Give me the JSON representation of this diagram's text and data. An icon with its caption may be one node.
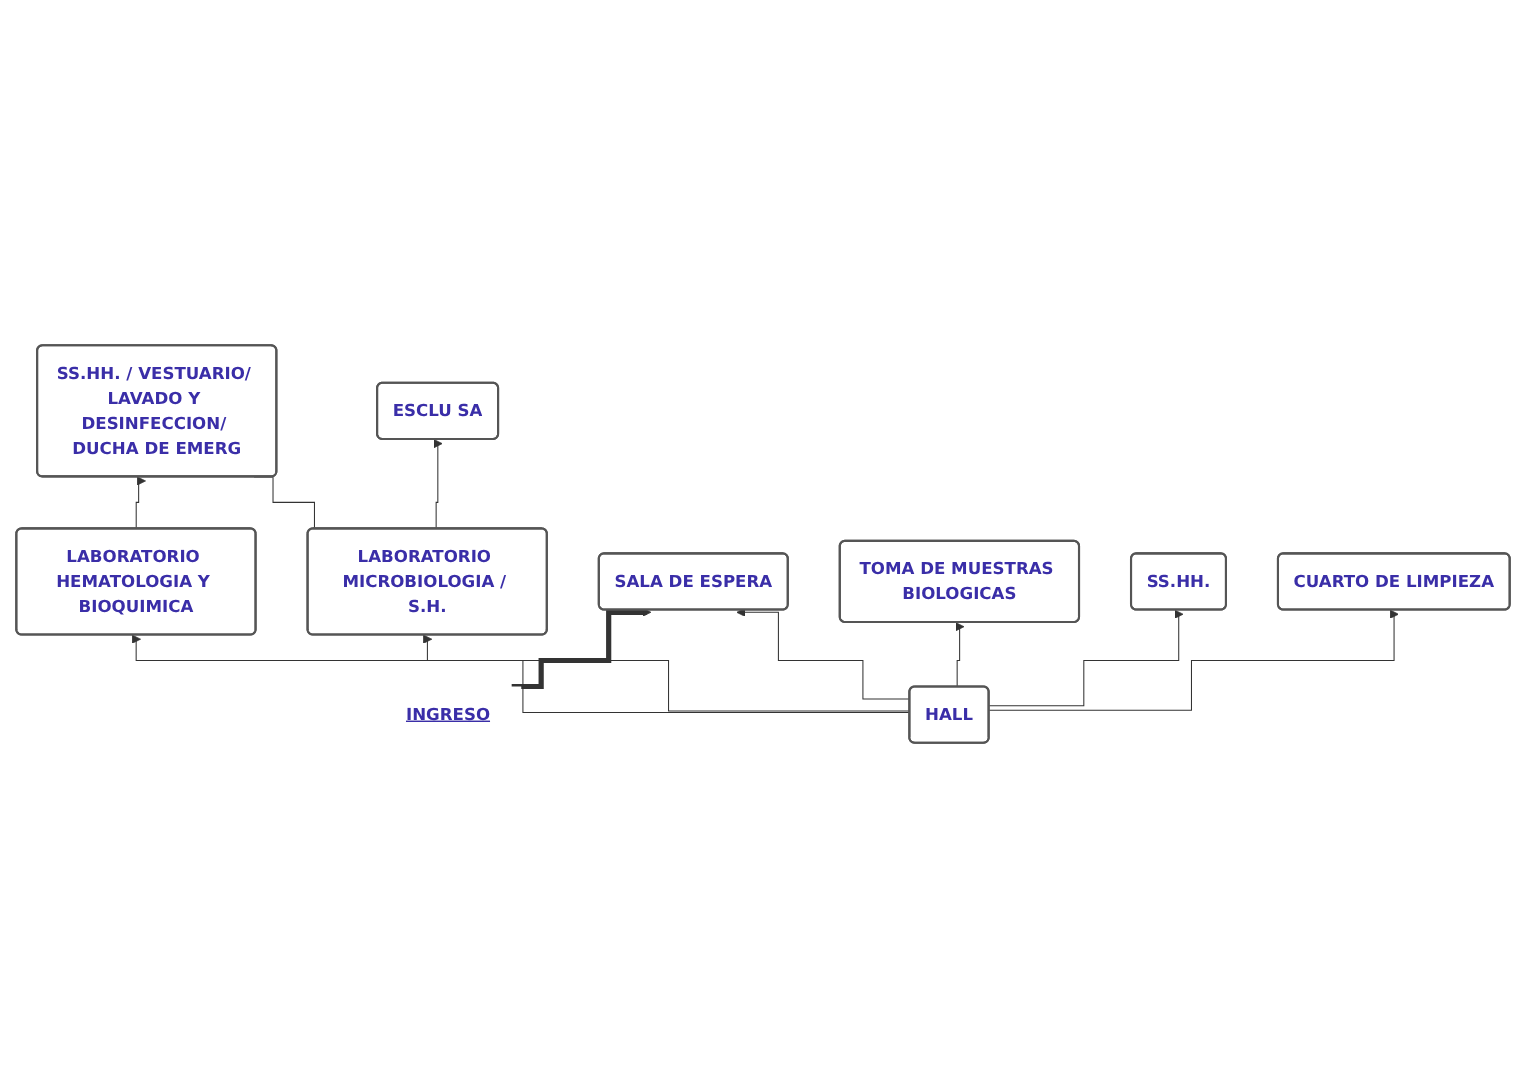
{
  "diagram": {
    "nodes": [
      {
        "text": [
          "SS.HH. / VESTUARIO/ LAVADO Y DESINFECCION/ DUCHA DE EMERG"
        ]
      },
      {
        "text": [
          "LABORATORIO HEMATOLOGIA Y BIOQUIMICA"
        ]
      },
      {
        "text": [
          "LABORATORIO MICROBIOLOGIA / S.H."
        ]
      },
      {
        "text": [
          "ESCLU SA"
        ]
      },
      {
        "text": [
          "INGRESO"
        ]
      },
      {
        "text": [
          "SALA DE ESPERA"
        ]
      },
      {
        "text": [
          "HALL"
        ]
      },
      {
        "text": [
          "TOMA DE MUESTRAS BIOLOGICAS"
        ]
      },
      {
        "text": [
          "SS.HH."
        ]
      },
      {
        "text": [
          "CUARTO DE LIMPIEZA"
        ]
      }
    ],
    "edges": [
      {
        "from": 1,
        "to": 0,
        "arrow": "to"
      },
      {
        "from": 2,
        "to": 0,
        "arrow": "none"
      },
      {
        "from": 2,
        "to": 3,
        "arrow": "to"
      },
      {
        "from": 4,
        "to": 5,
        "arrow": "to",
        "style": "thick"
      },
      {
        "from": 6,
        "to": 1,
        "arrow": "to"
      },
      {
        "from": 6,
        "to": 2,
        "arrow": "to"
      },
      {
        "from": 6,
        "to": 5,
        "arrow": "to"
      },
      {
        "from": 6,
        "to": 7,
        "arrow": "to"
      },
      {
        "from": 6,
        "to": 8,
        "arrow": "to"
      },
      {
        "from": 6,
        "to": 9,
        "arrow": "to"
      }
    ]
  }
}
